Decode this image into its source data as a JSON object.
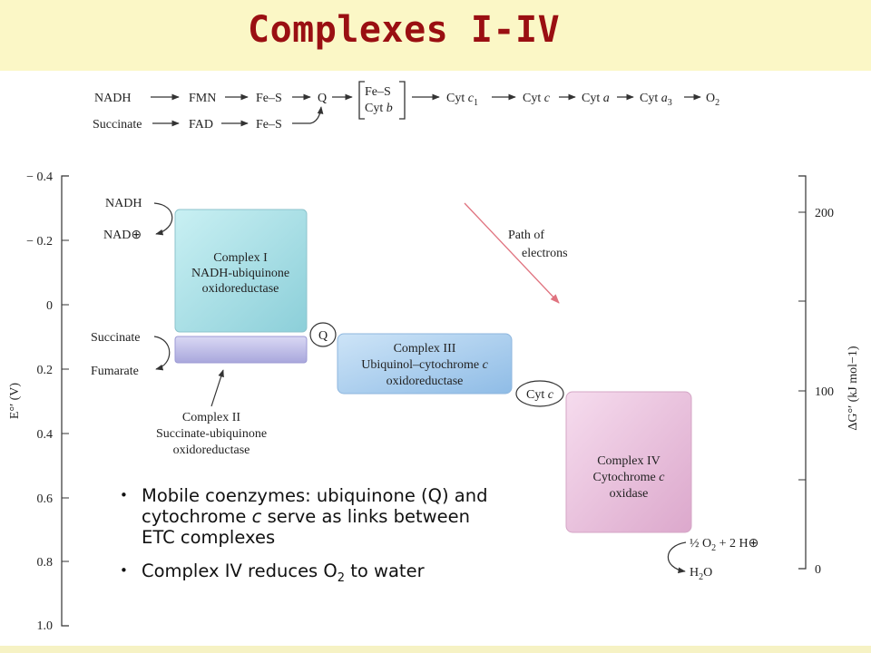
{
  "title": "Complexes I-IV",
  "pathway": {
    "row1": [
      "NADH",
      "FMN",
      "Fe–S",
      "Q"
    ],
    "row2": [
      "Succinate",
      "FAD",
      "Fe–S"
    ],
    "bracket": [
      "Fe–S",
      "Cyt b"
    ],
    "tail": [
      "Cyt c1",
      "Cyt c",
      "Cyt a",
      "Cyt a3",
      "O2"
    ]
  },
  "left_axis": {
    "label": "E°′ (V)",
    "ticks": [
      "− 0.4",
      "− 0.2",
      "0",
      "0.2",
      "0.4",
      "0.6",
      "0.8",
      "1.0"
    ]
  },
  "right_axis": {
    "label": "ΔG°′ (kJ mol−1)",
    "ticks": [
      "200",
      "100",
      "0"
    ]
  },
  "complex1": {
    "line1": "Complex I",
    "line2": "NADH-ubiquinone",
    "line3": "oxidoreductase",
    "in": "NADH",
    "out": "NAD⊕"
  },
  "complex2": {
    "line1": "Complex II",
    "line2": "Succinate-ubiquinone",
    "line3": "oxidoreductase",
    "in": "Succinate",
    "out": "Fumarate"
  },
  "complex3": {
    "line1": "Complex III",
    "line2": "Ubiquinol–cytochrome c",
    "line3": "oxidoreductase"
  },
  "complex4": {
    "line1": "Complex IV",
    "line2": "Cytochrome c",
    "line3": "oxidase",
    "in": "½ O2 + 2 H⊕",
    "out": "H2O"
  },
  "mobile": {
    "q": "Q",
    "cytc": "Cyt c"
  },
  "path_label": {
    "line1": "Path of",
    "line2": "electrons"
  },
  "bullets": [
    "Mobile coenzymes: ubiquinone (Q) and cytochrome c serve as links between ETC complexes",
    "Complex IV reduces O2 to water"
  ],
  "colors": {
    "title": "#9a0f12",
    "complex1": "#a9e0e6",
    "complex2": "#c4c3ea",
    "complex3": "#a8cdee",
    "complex4": "#efc6e2",
    "arrow_path": "#e0737f"
  }
}
